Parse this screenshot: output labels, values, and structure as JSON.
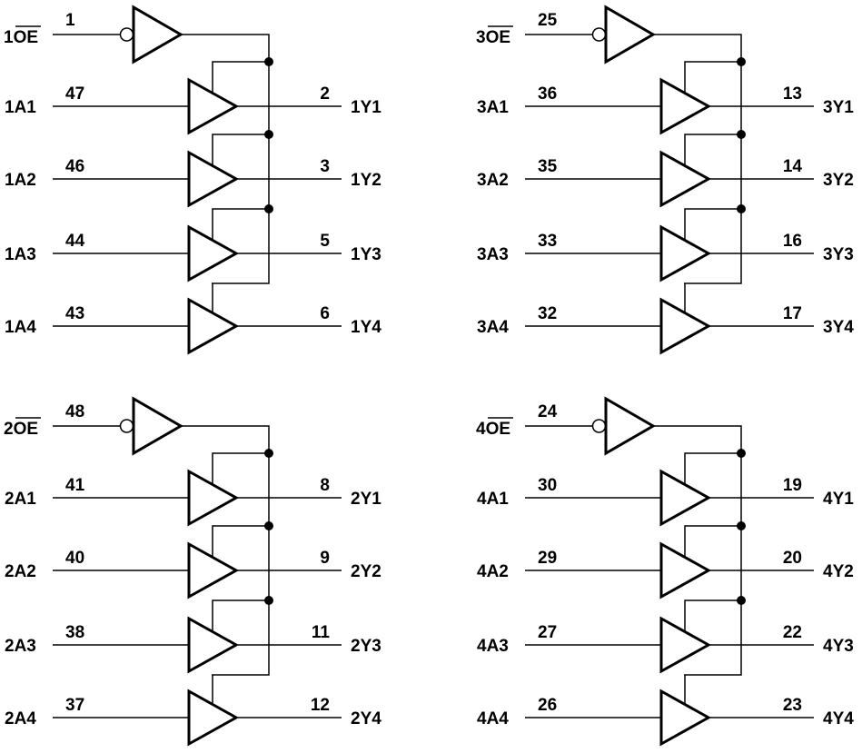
{
  "groups": [
    {
      "oe": {
        "prefix": "1",
        "name": "OE",
        "pin": "1"
      },
      "channels": [
        {
          "in": "1A1",
          "in_pin": "47",
          "out": "1Y1",
          "out_pin": "2"
        },
        {
          "in": "1A2",
          "in_pin": "46",
          "out": "1Y2",
          "out_pin": "3"
        },
        {
          "in": "1A3",
          "in_pin": "44",
          "out": "1Y3",
          "out_pin": "5"
        },
        {
          "in": "1A4",
          "in_pin": "43",
          "out": "1Y4",
          "out_pin": "6"
        }
      ]
    },
    {
      "oe": {
        "prefix": "3",
        "name": "OE",
        "pin": "25"
      },
      "channels": [
        {
          "in": "3A1",
          "in_pin": "36",
          "out": "3Y1",
          "out_pin": "13"
        },
        {
          "in": "3A2",
          "in_pin": "35",
          "out": "3Y2",
          "out_pin": "14"
        },
        {
          "in": "3A3",
          "in_pin": "33",
          "out": "3Y3",
          "out_pin": "16"
        },
        {
          "in": "3A4",
          "in_pin": "32",
          "out": "3Y4",
          "out_pin": "17"
        }
      ]
    },
    {
      "oe": {
        "prefix": "2",
        "name": "OE",
        "pin": "48"
      },
      "channels": [
        {
          "in": "2A1",
          "in_pin": "41",
          "out": "2Y1",
          "out_pin": "8"
        },
        {
          "in": "2A2",
          "in_pin": "40",
          "out": "2Y2",
          "out_pin": "9"
        },
        {
          "in": "2A3",
          "in_pin": "38",
          "out": "2Y3",
          "out_pin": "11"
        },
        {
          "in": "2A4",
          "in_pin": "37",
          "out": "2Y4",
          "out_pin": "12"
        }
      ]
    },
    {
      "oe": {
        "prefix": "4",
        "name": "OE",
        "pin": "24"
      },
      "channels": [
        {
          "in": "4A1",
          "in_pin": "30",
          "out": "4Y1",
          "out_pin": "19"
        },
        {
          "in": "4A2",
          "in_pin": "29",
          "out": "4Y2",
          "out_pin": "20"
        },
        {
          "in": "4A3",
          "in_pin": "27",
          "out": "4Y3",
          "out_pin": "22"
        },
        {
          "in": "4A4",
          "in_pin": "26",
          "out": "4Y4",
          "out_pin": "23"
        }
      ]
    }
  ]
}
